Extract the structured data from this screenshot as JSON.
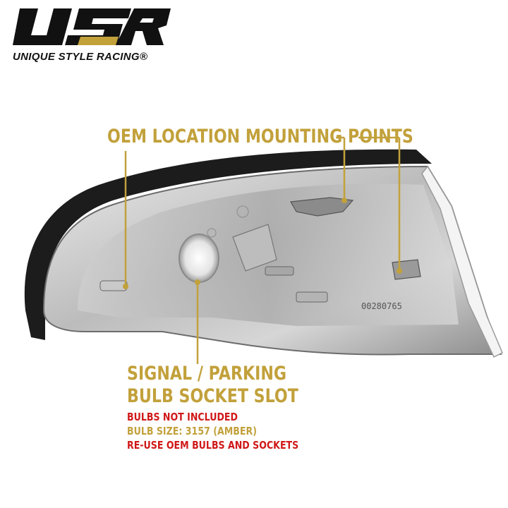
{
  "logo": {
    "mark": "USR",
    "tagline": "UNIQUE STYLE RACING®"
  },
  "callouts": {
    "mounting": "OEM LOCATION MOUNTING POINTS",
    "signal_line1": "SIGNAL / PARKING",
    "signal_line2": "BULB SOCKET SLOT"
  },
  "notes": {
    "bulbs_not_included": "BULBS NOT INCLUDED",
    "bulb_size": "BULB SIZE: 3157 (AMBER)",
    "reuse": "RE-USE OEM BULBS AND SOCKETS"
  },
  "lens_code": "00280765",
  "colors": {
    "gold": "#c2a13b",
    "red": "#d01818",
    "logo_black": "#111111"
  }
}
